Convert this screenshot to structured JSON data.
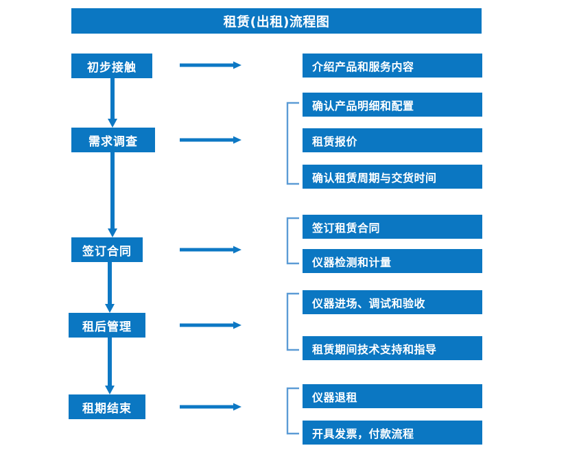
{
  "title": "租赁(出租)流程图",
  "colors": {
    "box_blue": "#0b77c2",
    "arrow_blue": "#0d78c4",
    "bracket_blue": "#5b9bd5",
    "text_white": "#ffffff",
    "background": "#ffffff"
  },
  "stages": [
    {
      "label": "初步接触"
    },
    {
      "label": "需求调查"
    },
    {
      "label": "签订合同"
    },
    {
      "label": "租后管理"
    },
    {
      "label": "租期结束"
    }
  ],
  "details": [
    {
      "label": "介绍产品和服务内容"
    },
    {
      "label": "确认产品明细和配置"
    },
    {
      "label": "租赁报价"
    },
    {
      "label": "确认租赁周期与交货时间"
    },
    {
      "label": "签订租赁合同"
    },
    {
      "label": "仪器检测和计量"
    },
    {
      "label": "仪器进场、调试和验收"
    },
    {
      "label": "租赁期间技术支持和指导"
    },
    {
      "label": "仪器退租"
    },
    {
      "label": "开具发票，付款流程"
    }
  ],
  "groups": [
    {
      "stage": "需求调查",
      "members": [
        "确认产品明细和配置",
        "租赁报价",
        "确认租赁周期与交货时间"
      ]
    },
    {
      "stage": "签订合同",
      "members": [
        "签订租赁合同",
        "仪器检测和计量"
      ]
    },
    {
      "stage": "租后管理",
      "members": [
        "仪器进场、调试和验收",
        "租赁期间技术支持和指导"
      ]
    },
    {
      "stage": "租期结束",
      "members": [
        "仪器退租",
        "开具发票，付款流程"
      ]
    }
  ],
  "connectors": {
    "right_arrow_count": 5,
    "down_arrow_count": 4,
    "bracket_count": 4
  }
}
